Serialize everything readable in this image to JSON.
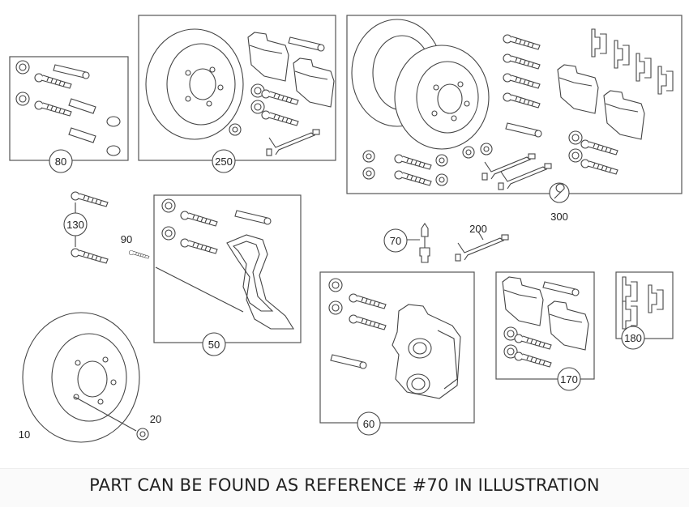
{
  "caption": "PART CAN BE FOUND AS REFERENCE #70 IN ILLUSTRATION",
  "references": {
    "r10": "10",
    "r20": "20",
    "r50": "50",
    "r60": "60",
    "r70": "70",
    "r80": "80",
    "r90": "90",
    "r130": "130",
    "r170": "170",
    "r180": "180",
    "r200": "200",
    "r250": "250",
    "r300": "300"
  },
  "icons": {
    "tool": "wrench-icon"
  }
}
